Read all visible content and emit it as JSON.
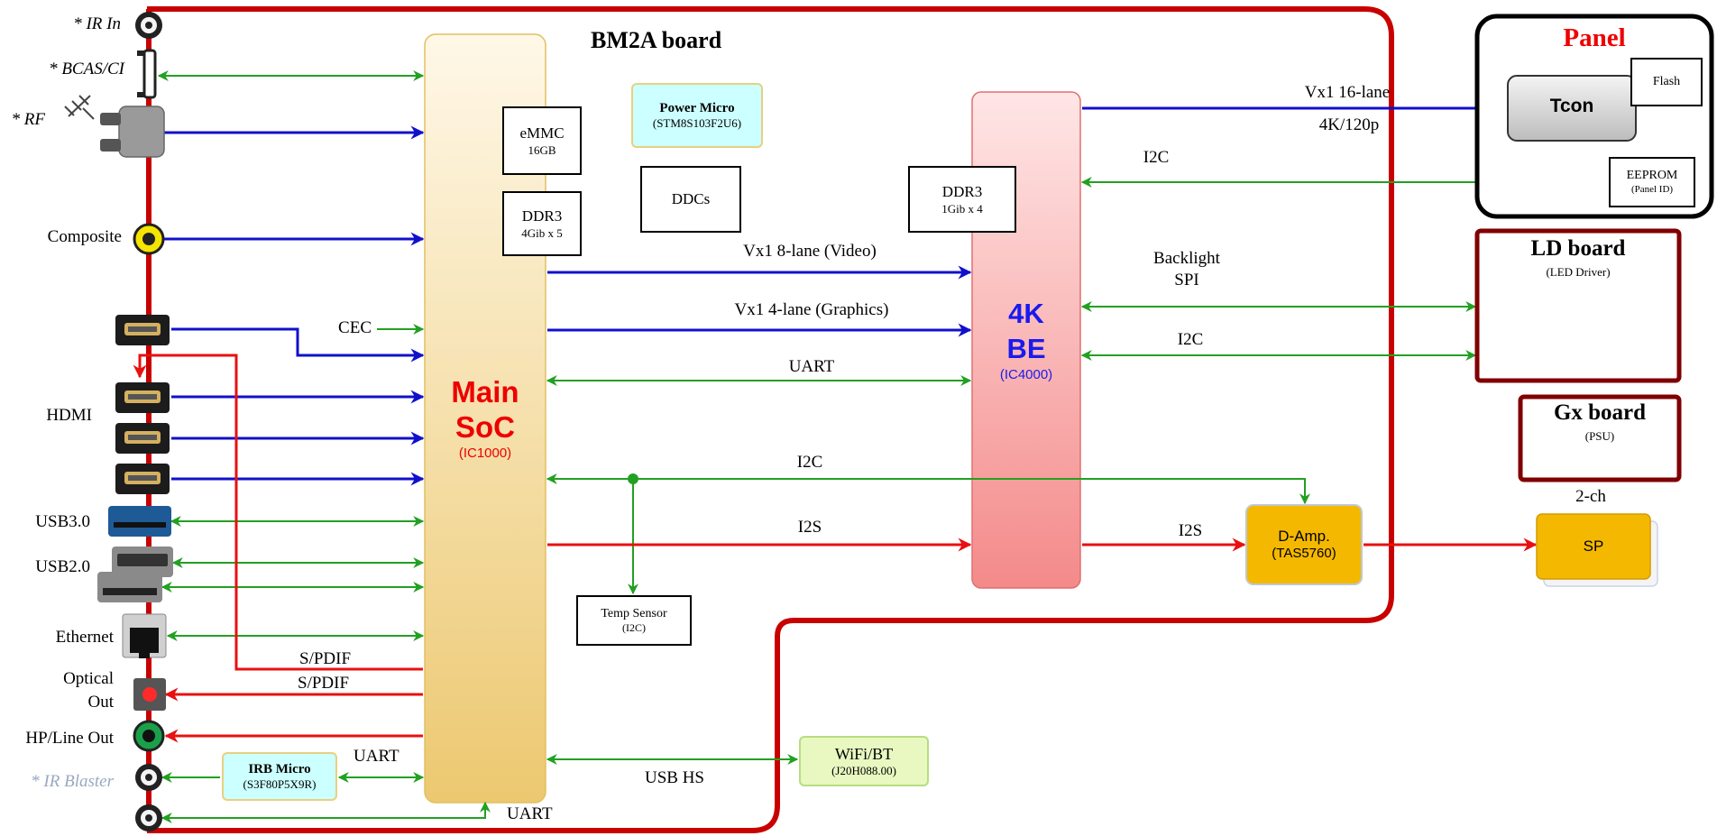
{
  "board": {
    "title": "BM2A board"
  },
  "left_connectors": {
    "ir_in": "* IR In",
    "bcas": "* BCAS/CI",
    "rf": "* RF",
    "composite": "Composite",
    "hdmi": "HDMI",
    "cec": "CEC",
    "usb3": "USB3.0",
    "usb2": "USB2.0",
    "ethernet": "Ethernet",
    "optical_1": "Optical",
    "optical_2": "Out",
    "hp": "HP/Line Out",
    "ir_blaster": "* IR Blaster"
  },
  "soc": {
    "line1": "Main",
    "line2": "SoC",
    "ic": "(IC1000)"
  },
  "be": {
    "line1": "4K",
    "line2": "BE",
    "ic": "(IC4000)"
  },
  "chips": {
    "emmc": {
      "line1": "eMMC",
      "line2": "16GB"
    },
    "ddr3_soc": {
      "line1": "DDR3",
      "line2": "4Gib x 5"
    },
    "power_micro": {
      "line1": "Power Micro",
      "line2": "(STM8S103F2U6)"
    },
    "ddcs": {
      "line1": "DDCs"
    },
    "ddr3_be": {
      "line1": "DDR3",
      "line2": "1Gib x 4"
    },
    "temp_sensor": {
      "line1": "Temp Sensor",
      "line2": "(I2C)"
    },
    "irb_micro": {
      "line1": "IRB Micro",
      "line2": "(S3F80P5X9R)"
    },
    "wifi": {
      "line1": "WiFi/BT",
      "line2": "(J20H088.00)"
    },
    "damp": {
      "line1": "D-Amp.",
      "line2": "(TAS5760)"
    }
  },
  "signals": {
    "vx1_8": "Vx1 8-lane (Video)",
    "vx1_4": "Vx1 4-lane (Graphics)",
    "uart_soc_be": "UART",
    "i2c_main": "I2C",
    "i2s_soc_be": "I2S",
    "i2s_be_amp": "I2S",
    "vx1_16": "Vx1 16-lane",
    "res_4k": "4K/120p",
    "i2c_panel": "I2C",
    "backlight_1": "Backlight",
    "backlight_2": "SPI",
    "i2c_ld": "I2C",
    "spdif_1": "S/PDIF",
    "spdif_2": "S/PDIF",
    "uart_irb": "UART",
    "usb_hs": "USB HS",
    "uart_bottom": "UART"
  },
  "panel": {
    "title": "Panel",
    "tcon": "Tcon",
    "flash": "Flash",
    "eeprom": "EEPROM",
    "eeprom_sub": "(Panel ID)"
  },
  "ld_board": {
    "title": "LD board",
    "subtitle": "(LED Driver)"
  },
  "gx_board": {
    "title": "Gx board",
    "subtitle": "(PSU)"
  },
  "speaker": {
    "channels": "2-ch",
    "label": "SP"
  },
  "colors": {
    "video": "#1010cc",
    "control": "#22a022",
    "audio": "#e81010",
    "board_border": "#c80000",
    "soc_text": "#ee0000",
    "be_text": "#1a1aee",
    "amp": "#f5b800",
    "cyan_box": "#ccffff",
    "green_box": "#e8f8c0",
    "dark_red_border": "#800000"
  }
}
